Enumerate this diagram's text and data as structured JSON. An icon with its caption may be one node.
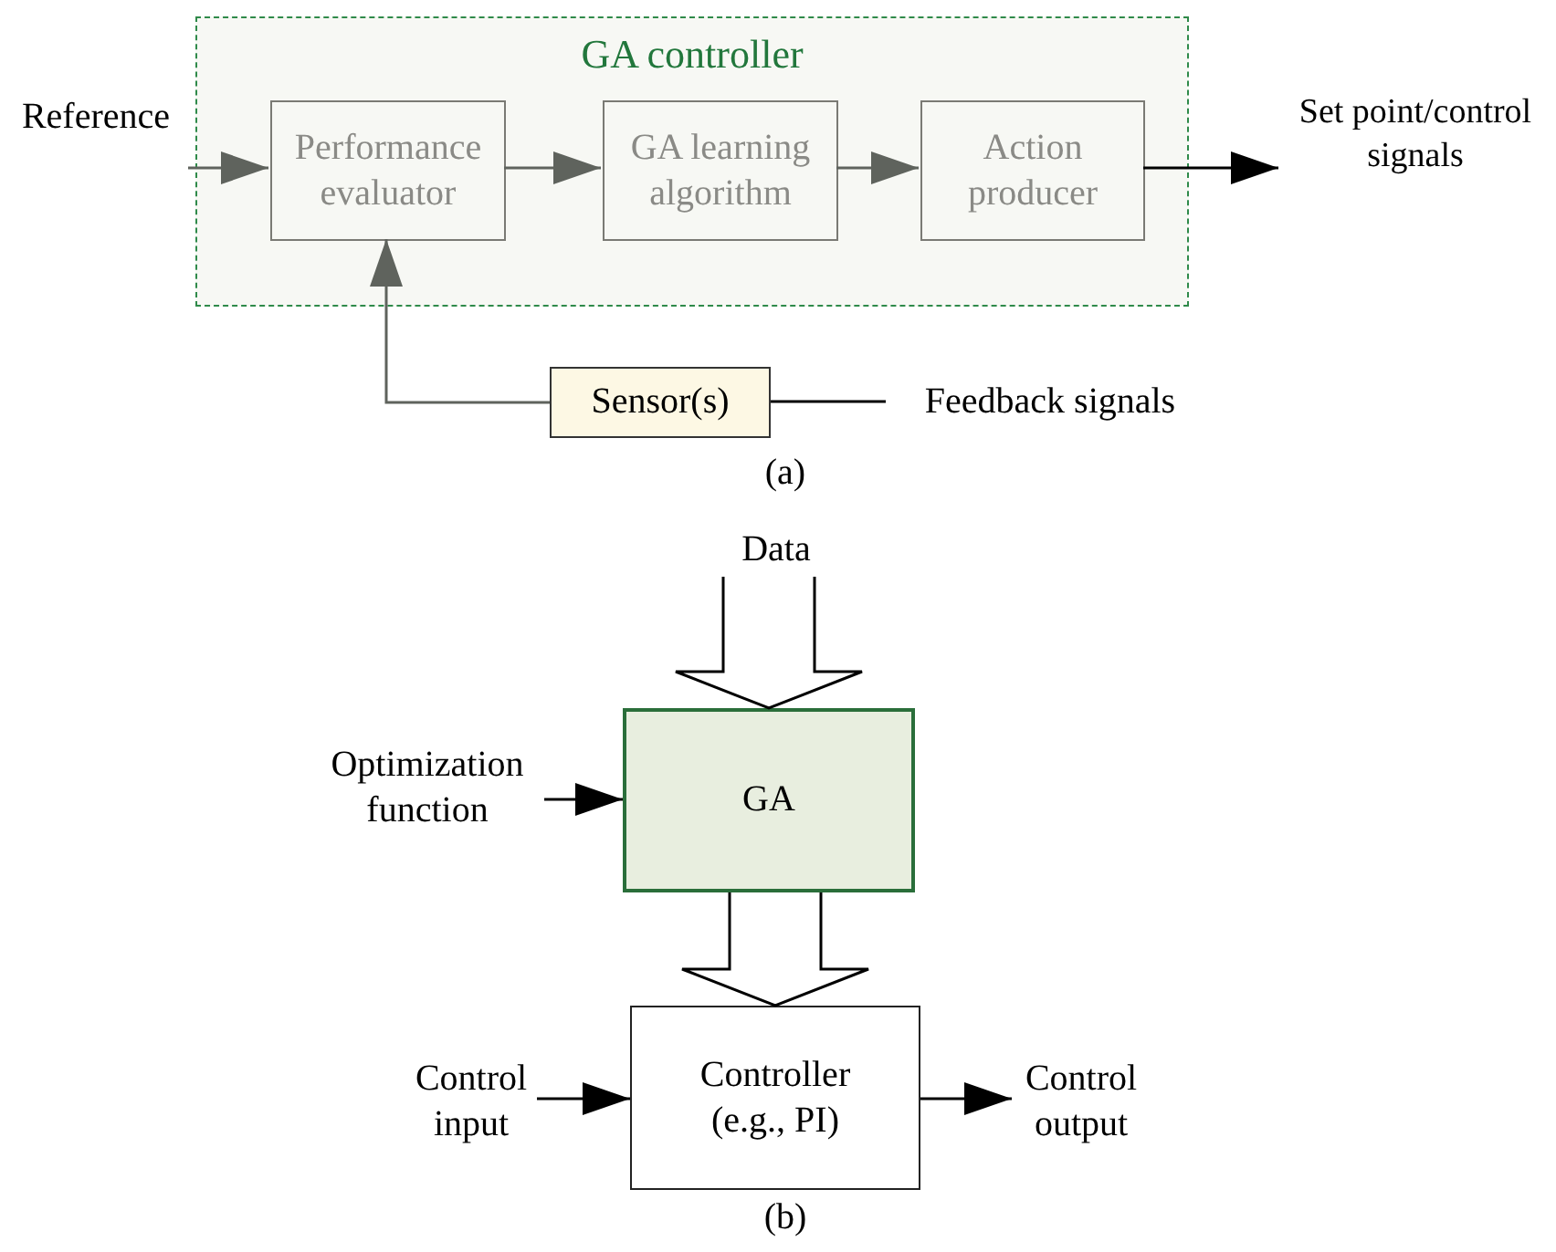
{
  "diagram": {
    "nodes": [
      {
        "text": [
          "GA controller"
        ]
      },
      {
        "text": [
          "Performance evaluator"
        ],
        "in": 0
      },
      {
        "text": [
          "GA learning algorithm"
        ],
        "in": 0
      },
      {
        "text": [
          "Action producer"
        ],
        "in": 0
      },
      {
        "text": [
          "Reference"
        ]
      },
      {
        "text": [
          "Set point/control signals"
        ]
      },
      {
        "text": [
          "Sensor(s)"
        ]
      },
      {
        "text": [
          "Feedback signals"
        ]
      },
      {
        "text": [
          "Data"
        ]
      },
      {
        "text": [
          "GA"
        ]
      },
      {
        "text": [
          "Optimization function"
        ]
      },
      {
        "text": [
          "Controller (e.g., PI)"
        ]
      },
      {
        "text": [
          "Control input"
        ]
      },
      {
        "text": [
          "Control output"
        ]
      }
    ],
    "edges": [
      {
        "from": 4,
        "to": 1,
        "arrow": "to",
        "color": "#5f635d"
      },
      {
        "from": 1,
        "to": 2,
        "arrow": "to",
        "color": "#5f635d"
      },
      {
        "from": 2,
        "to": 3,
        "arrow": "to",
        "color": "#5f635d"
      },
      {
        "from": 3,
        "to": 5,
        "arrow": "to"
      },
      {
        "from": 6,
        "to": 1,
        "arrow": "to",
        "color": "#5f635d"
      },
      {
        "from": 7,
        "to": 6,
        "arrow": "none"
      },
      {
        "from": 8,
        "to": 9,
        "arrow": "to",
        "style": "thick"
      },
      {
        "from": 10,
        "to": 9,
        "arrow": "to"
      },
      {
        "from": 9,
        "to": 11,
        "arrow": "to",
        "style": "thick"
      },
      {
        "from": 12,
        "to": 11,
        "arrow": "to"
      },
      {
        "from": 11,
        "to": 13,
        "arrow": "to"
      }
    ],
    "labels": [
      "(a)",
      "(b)"
    ]
  }
}
